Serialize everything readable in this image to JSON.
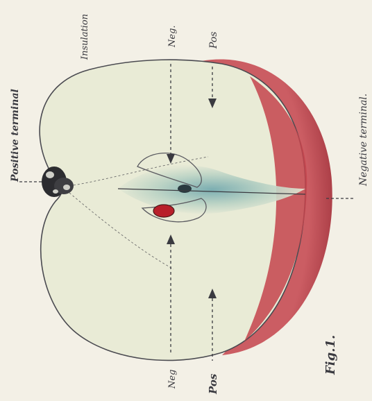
{
  "labels": {
    "positive_terminal": "Positive terminal",
    "insulation": "Insulation",
    "neg_top": "Neg.",
    "pos_top": "Pos",
    "negative_terminal": "Negative terminal.",
    "neg_bottom": "Neg",
    "pos_bottom": "Pos",
    "fig": "Fig.1."
  },
  "colors": {
    "background": "#f3f0e6",
    "flesh": "#e9ebd6",
    "skin": "#c4444c",
    "core": "#b9d2c4",
    "seed": "#b8202a",
    "ink": "#3a3a40"
  }
}
